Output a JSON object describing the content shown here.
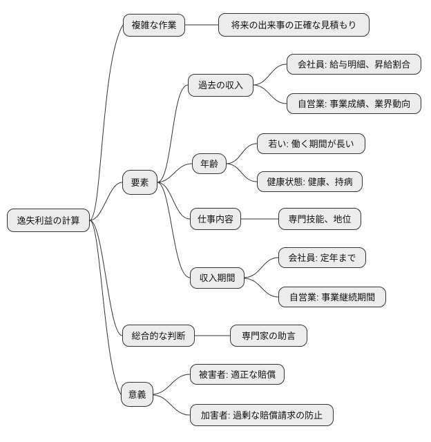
{
  "mindmap": {
    "type": "mindmap",
    "root": {
      "label": "逸失利益の計算"
    },
    "branches": [
      {
        "label": "複雑な作業",
        "children": [
          {
            "label": "将来の出来事の正確な見積もり"
          }
        ]
      },
      {
        "label": "要素",
        "children": [
          {
            "label": "過去の収入",
            "children": [
              {
                "label": "会社員: 給与明細、昇給割合"
              },
              {
                "label": "自営業: 事業成績、業界動向"
              }
            ]
          },
          {
            "label": "年齢",
            "children": [
              {
                "label": "若い: 働く期間が長い"
              },
              {
                "label": "健康状態: 健康、持病"
              }
            ]
          },
          {
            "label": "仕事内容",
            "children": [
              {
                "label": "専門技能、地位"
              }
            ]
          },
          {
            "label": "収入期間",
            "children": [
              {
                "label": "会社員: 定年まで"
              },
              {
                "label": "自営業: 事業継続期間"
              }
            ]
          }
        ]
      },
      {
        "label": "総合的な判断",
        "children": [
          {
            "label": "専門家の助言"
          }
        ]
      },
      {
        "label": "意義",
        "children": [
          {
            "label": "被害者: 適正な賠償"
          },
          {
            "label": "加害者: 過剰な賠償請求の防止"
          }
        ]
      }
    ],
    "colors": {
      "background": "#ffffff",
      "node_fill": "#ececec",
      "node_border": "#333333",
      "edge": "#333333",
      "text": "#111111"
    }
  }
}
